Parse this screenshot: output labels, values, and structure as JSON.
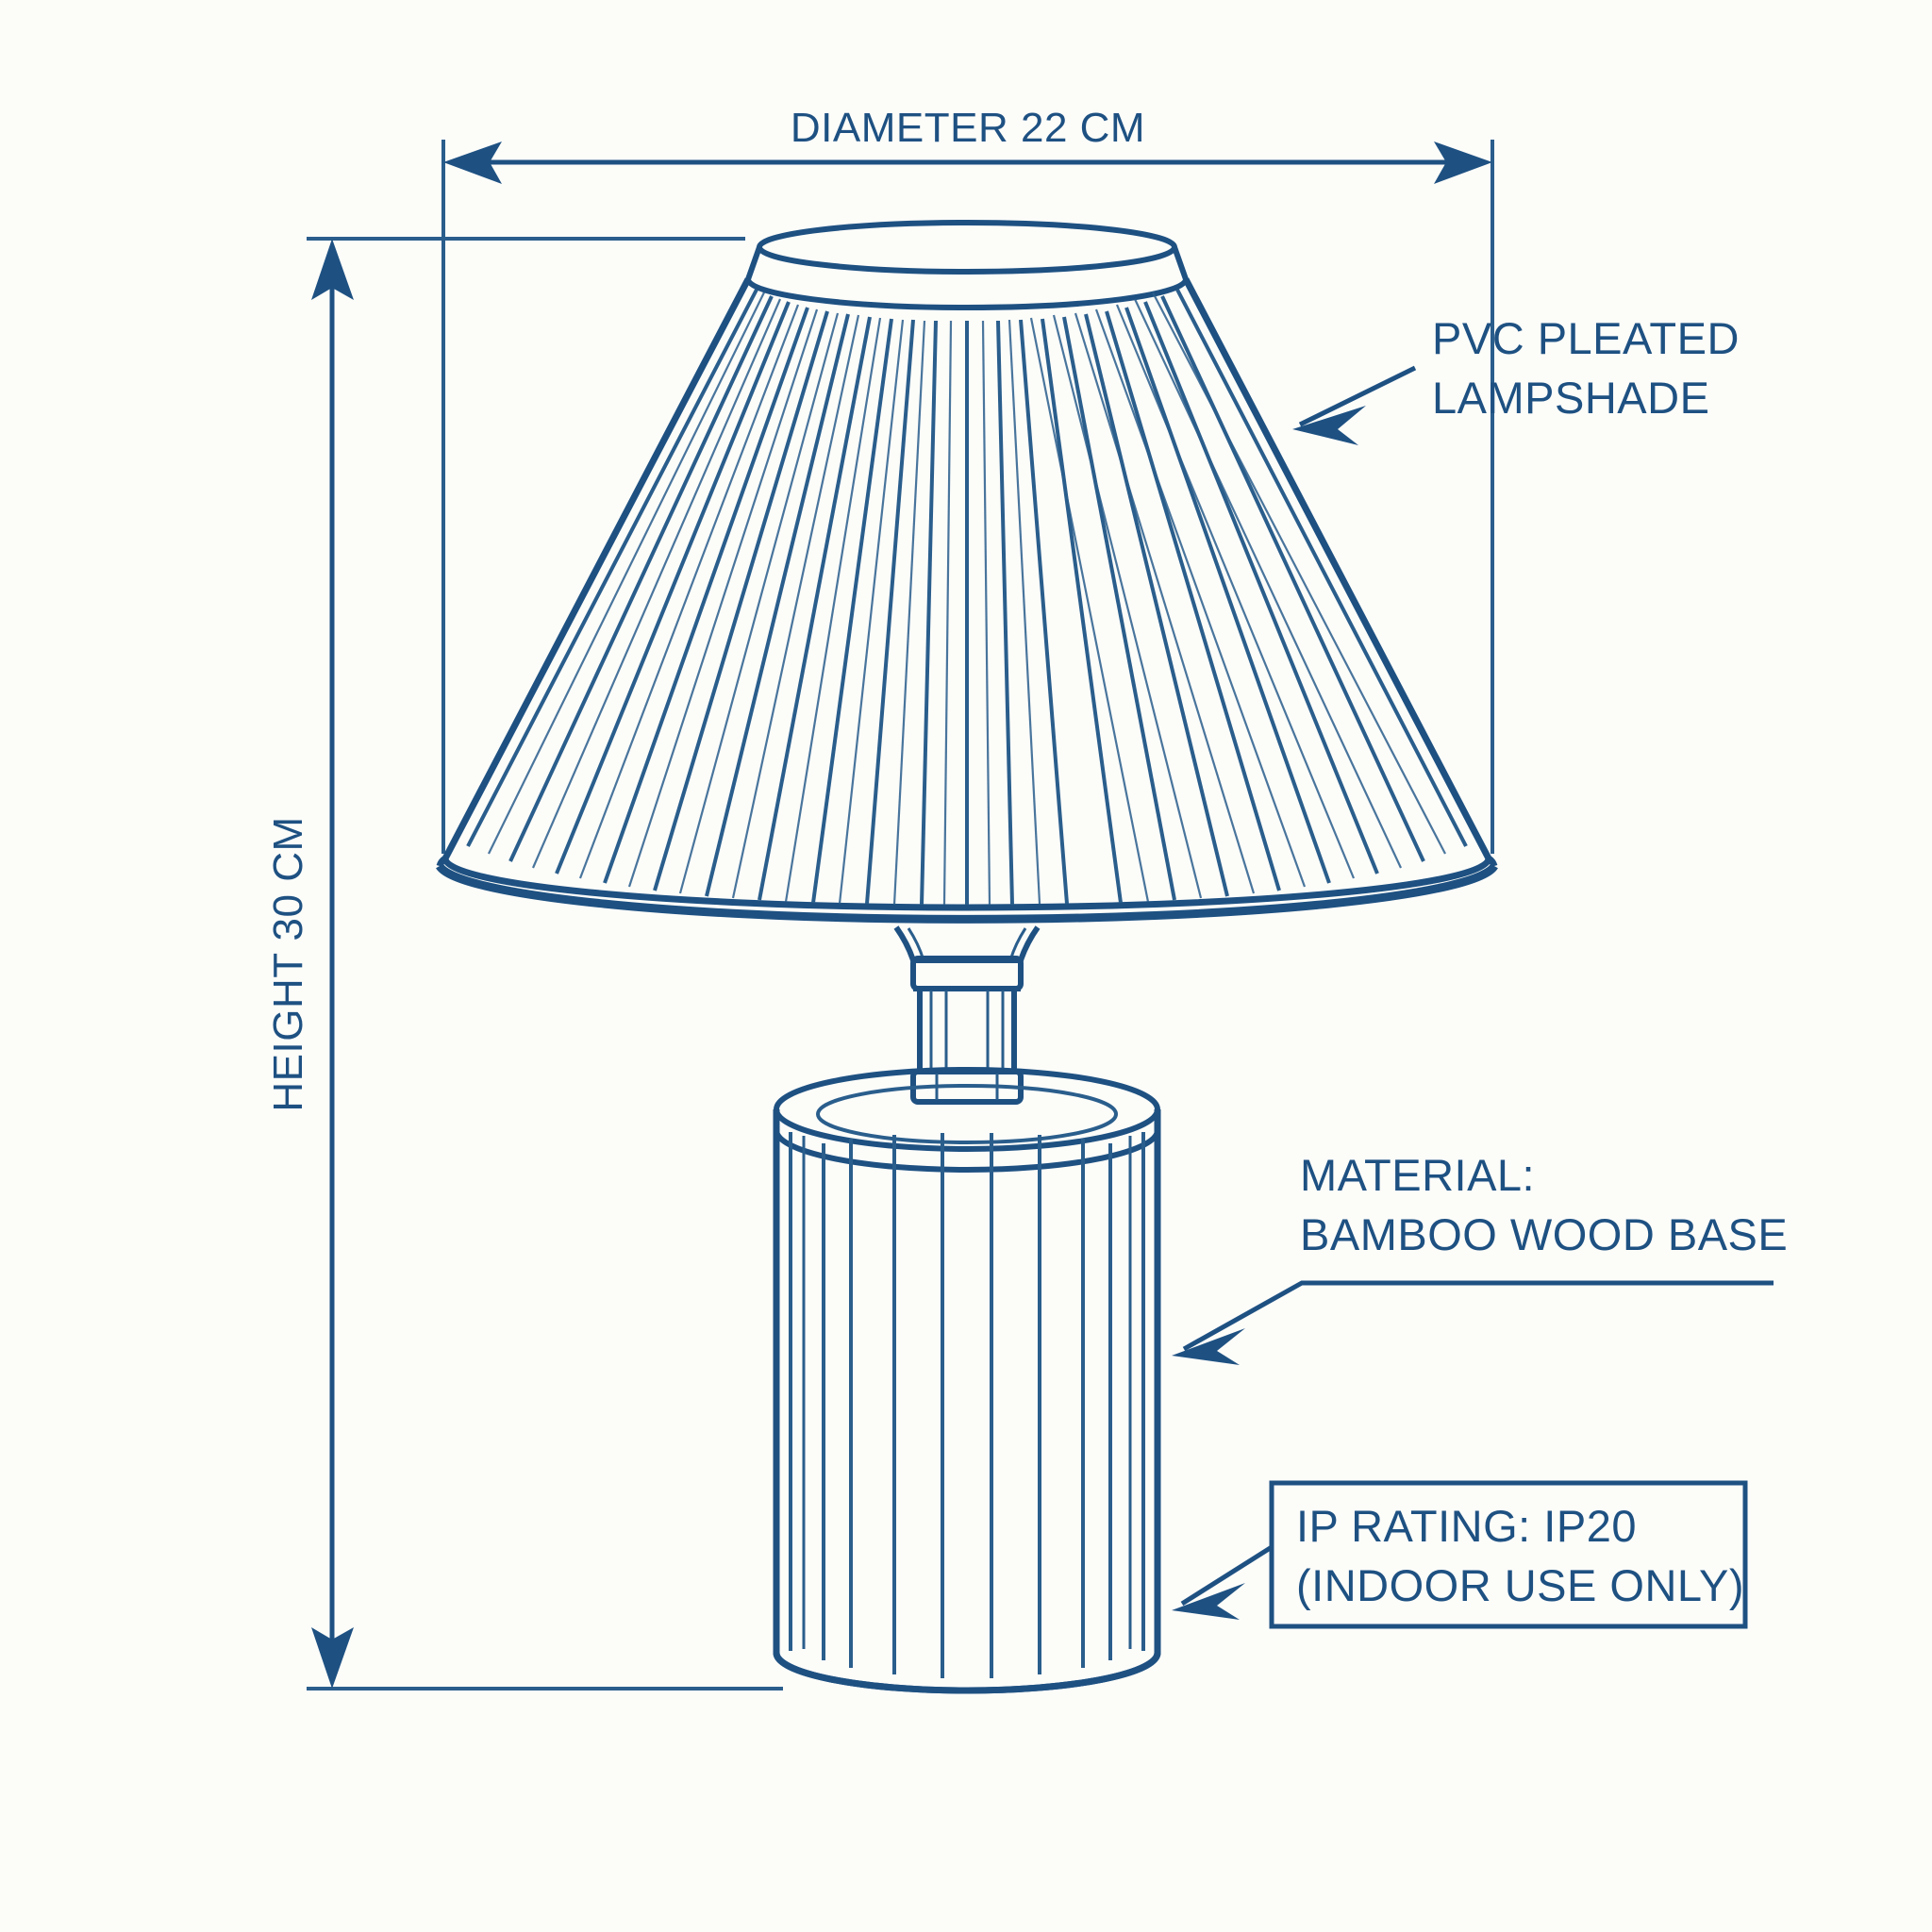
{
  "drawing": {
    "subject": "table-lamp",
    "background_color": "#FCFCF9",
    "line_color": "#1E5182",
    "thin_line_color": "#2A5E8C"
  },
  "dimensions": {
    "diameter": {
      "label": "DIAMETER 22 CM",
      "value": 22,
      "unit": "CM",
      "orientation": "horizontal"
    },
    "height": {
      "label": "HEIGHT 30 CM",
      "value": 30,
      "unit": "CM",
      "orientation": "vertical"
    }
  },
  "annotations": [
    {
      "id": "shade",
      "line1": "PVC PLEATED",
      "line2": "LAMPSHADE",
      "boxed": false
    },
    {
      "id": "material",
      "line1": "MATERIAL:",
      "line2": "BAMBOO WOOD BASE",
      "boxed": false
    },
    {
      "id": "ip-rating",
      "line1": "IP RATING: IP20",
      "line2": "(INDOOR USE ONLY)",
      "boxed": true
    }
  ]
}
